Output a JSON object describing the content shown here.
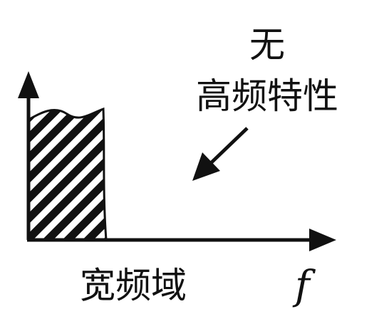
{
  "annotation": {
    "line1": "无",
    "line2": "高频特性"
  },
  "x_axis": {
    "region_label": "宽频域",
    "variable": "f"
  },
  "colors": {
    "stroke": "#111111",
    "background": "#ffffff"
  }
}
